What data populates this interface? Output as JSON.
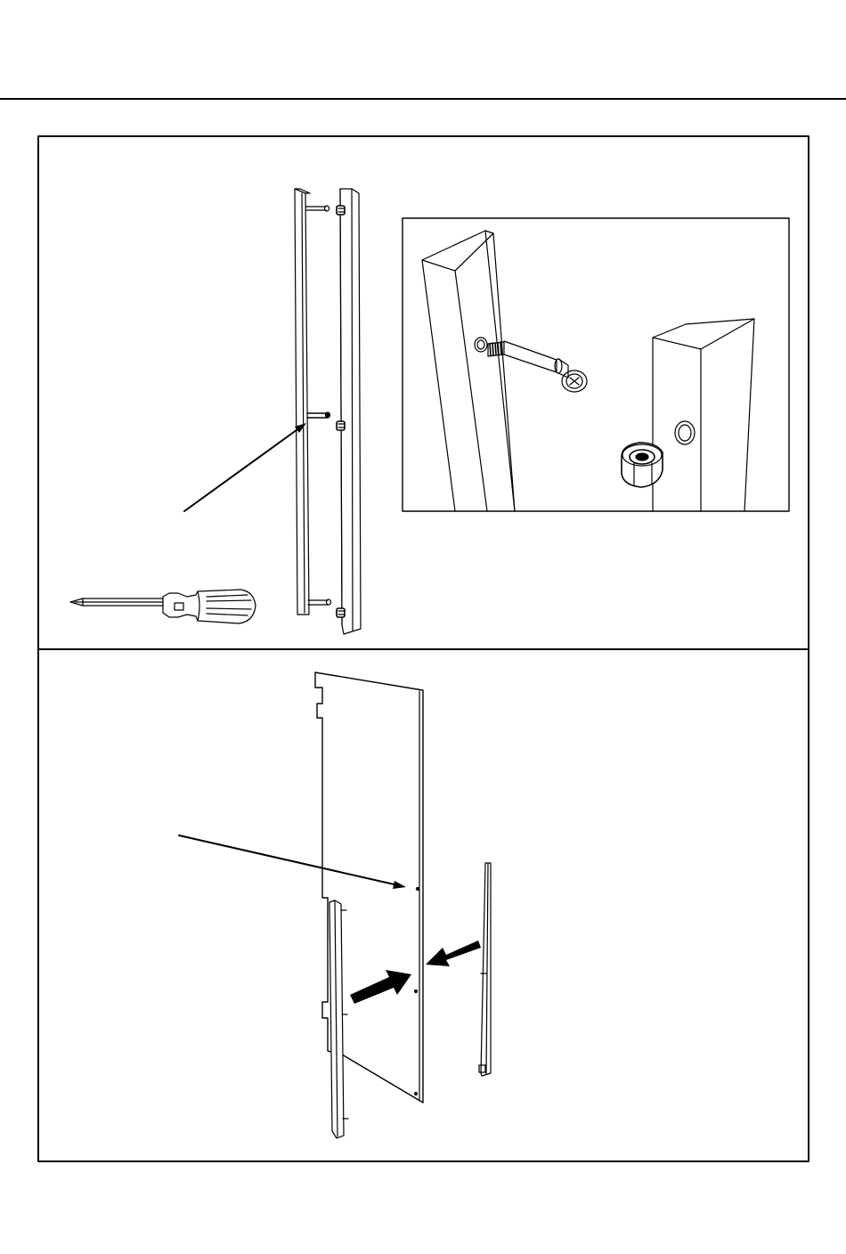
{
  "page": {
    "colors": {
      "ink": "#000000",
      "paper": "#ffffff"
    }
  },
  "step_top": {
    "parts": [
      "side-rail-left",
      "side-rail-right",
      "cam-bolt",
      "cam-lock-nut",
      "screwdriver"
    ],
    "detail_inset": {
      "parts": [
        "cam-bolt",
        "cam-lock-nut"
      ]
    }
  },
  "step_bottom": {
    "parts": [
      "back-panel",
      "side-rail-left",
      "side-rail-right"
    ]
  }
}
